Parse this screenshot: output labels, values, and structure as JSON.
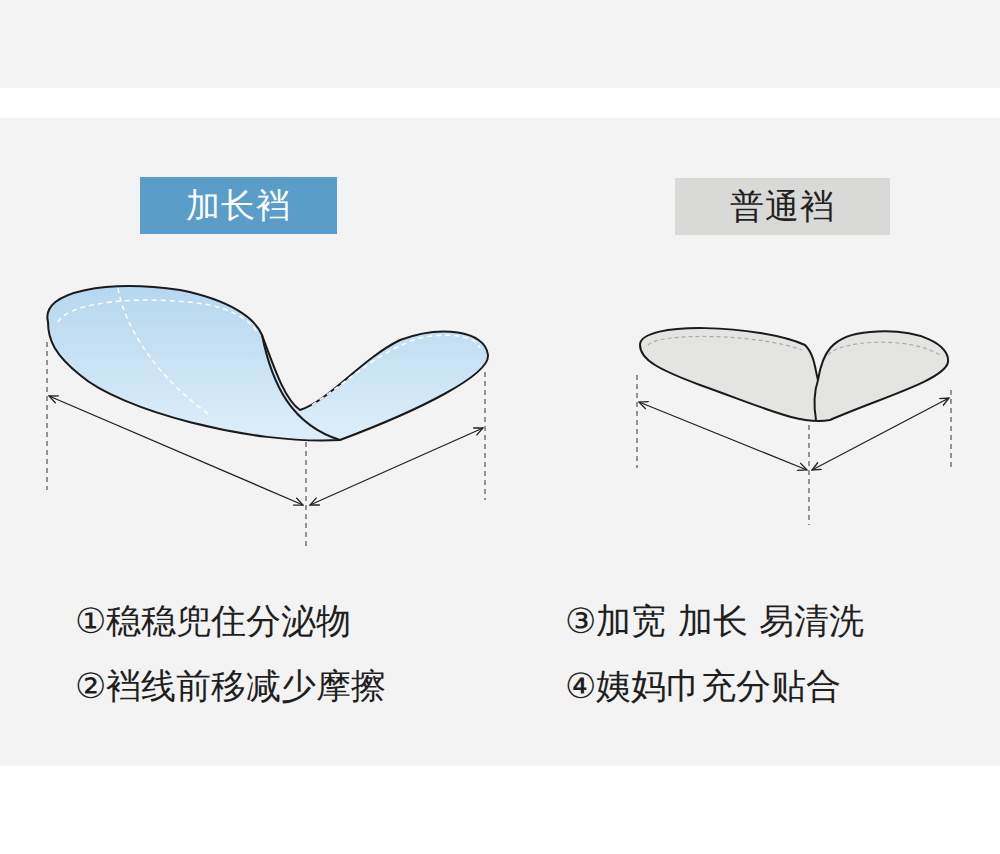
{
  "diagram": {
    "nodes": [
      {
        "text": [
          "加长裆"
        ]
      },
      {
        "text": [
          "普通裆"
        ]
      }
    ],
    "labels": [
      "①稳稳兜住分泌物",
      "②裆线前移减少摩擦",
      "③加宽 加长 易清洗",
      "④姨妈巾充分贴合"
    ]
  }
}
